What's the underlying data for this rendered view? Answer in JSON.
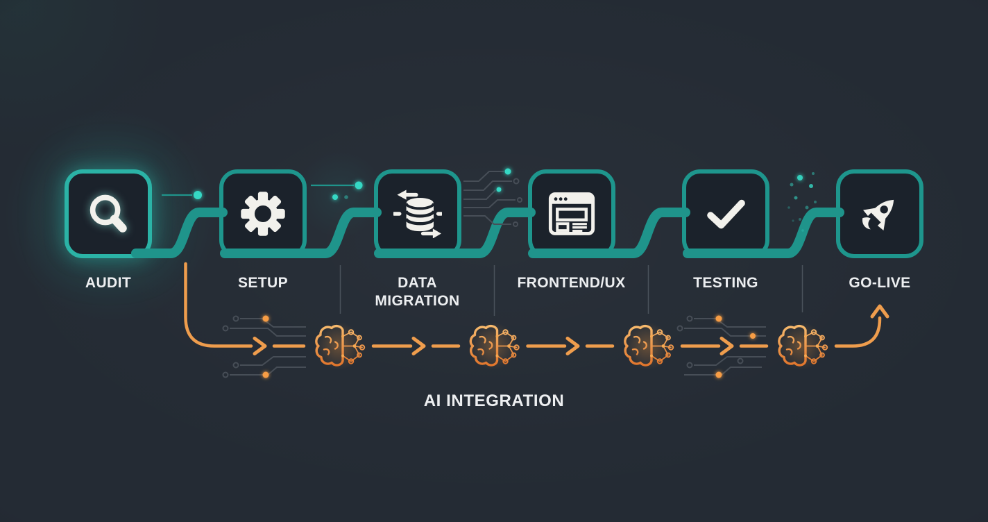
{
  "process_flow": {
    "steps": [
      {
        "label": "AUDIT",
        "icon": "magnifier-icon",
        "highlighted": true
      },
      {
        "label": "SETUP",
        "icon": "gear-icon",
        "highlighted": false
      },
      {
        "label": "DATA MIGRATION",
        "icon": "database-transfer-icon",
        "highlighted": false
      },
      {
        "label": "FRONTEND/UX",
        "icon": "browser-window-icon",
        "highlighted": false
      },
      {
        "label": "TESTING",
        "icon": "checkmark-icon",
        "highlighted": false
      },
      {
        "label": "GO-LIVE",
        "icon": "rocket-icon",
        "highlighted": false
      }
    ]
  },
  "ai_lane": {
    "label": "AI INTEGRATION",
    "icon": "ai-brain-icon",
    "brain_count": 4
  },
  "colors": {
    "background": "#242b34",
    "box_fill": "#1b222b",
    "teal": "#1f948b",
    "teal_bright": "#36d8c4",
    "orange": "#ef9d4d",
    "text": "#edeff1",
    "trace_gray": "#474e57"
  }
}
